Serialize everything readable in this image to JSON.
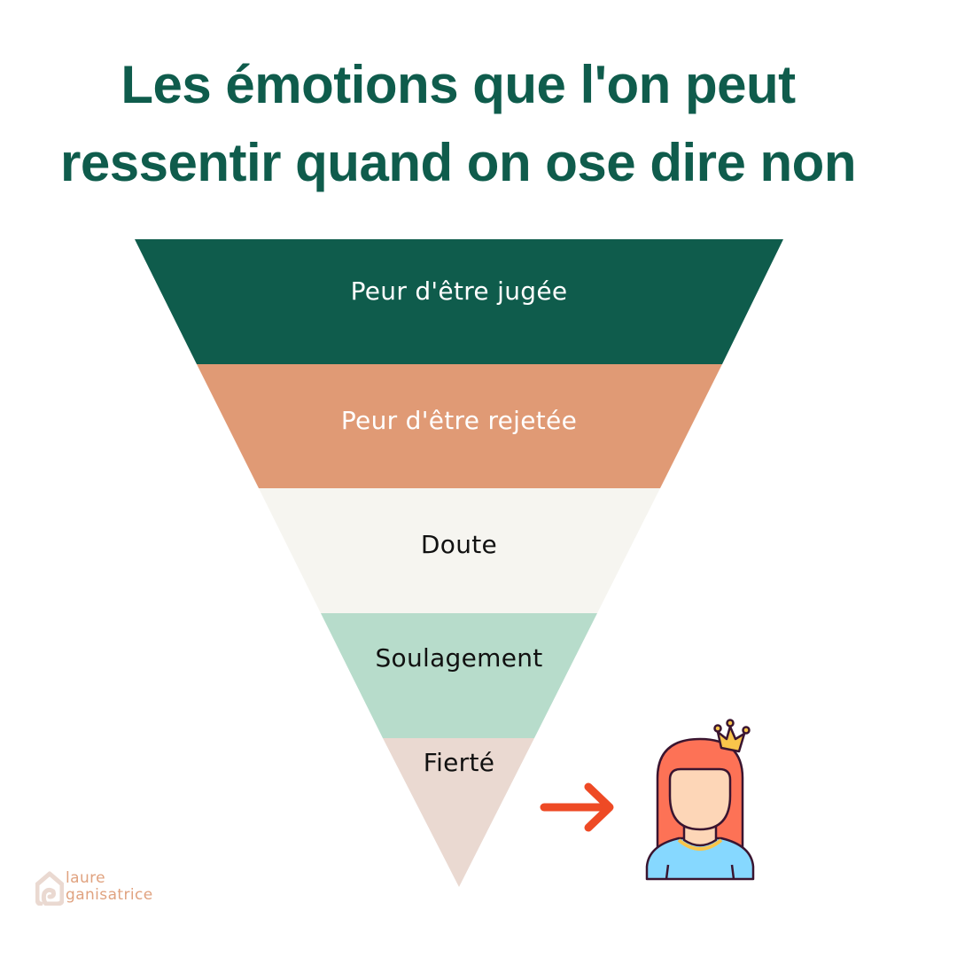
{
  "title": {
    "line1": "Les émotions que l'on peut",
    "line2": "ressentir quand on ose dire non",
    "color": "#0f5c4c"
  },
  "funnel": {
    "bands": [
      {
        "label": "Peur d'être jugée",
        "fill": "#0f5c4c",
        "text_color": "#ffffff"
      },
      {
        "label": "Peur d'être rejetée",
        "fill": "#e09a75",
        "text_color": "#ffffff"
      },
      {
        "label": "Doute",
        "fill": "#f6f5f0",
        "text_color": "#111111"
      },
      {
        "label": "Soulagement",
        "fill": "#b7dccb",
        "text_color": "#111111"
      },
      {
        "label": "Fierté",
        "fill": "#ead9d1",
        "text_color": "#111111"
      }
    ]
  },
  "arrow": {
    "icon": "arrow-right-icon",
    "color": "#ee4a25"
  },
  "avatar": {
    "icon": "princess-avatar-icon",
    "hair": "#fd7256",
    "skin": "#fdd6b7",
    "shirt": "#86d8ff",
    "crown": "#f9c54b"
  },
  "logo": {
    "line1": "laure",
    "line2": "ganisatrice",
    "color": "#e0a27f"
  }
}
